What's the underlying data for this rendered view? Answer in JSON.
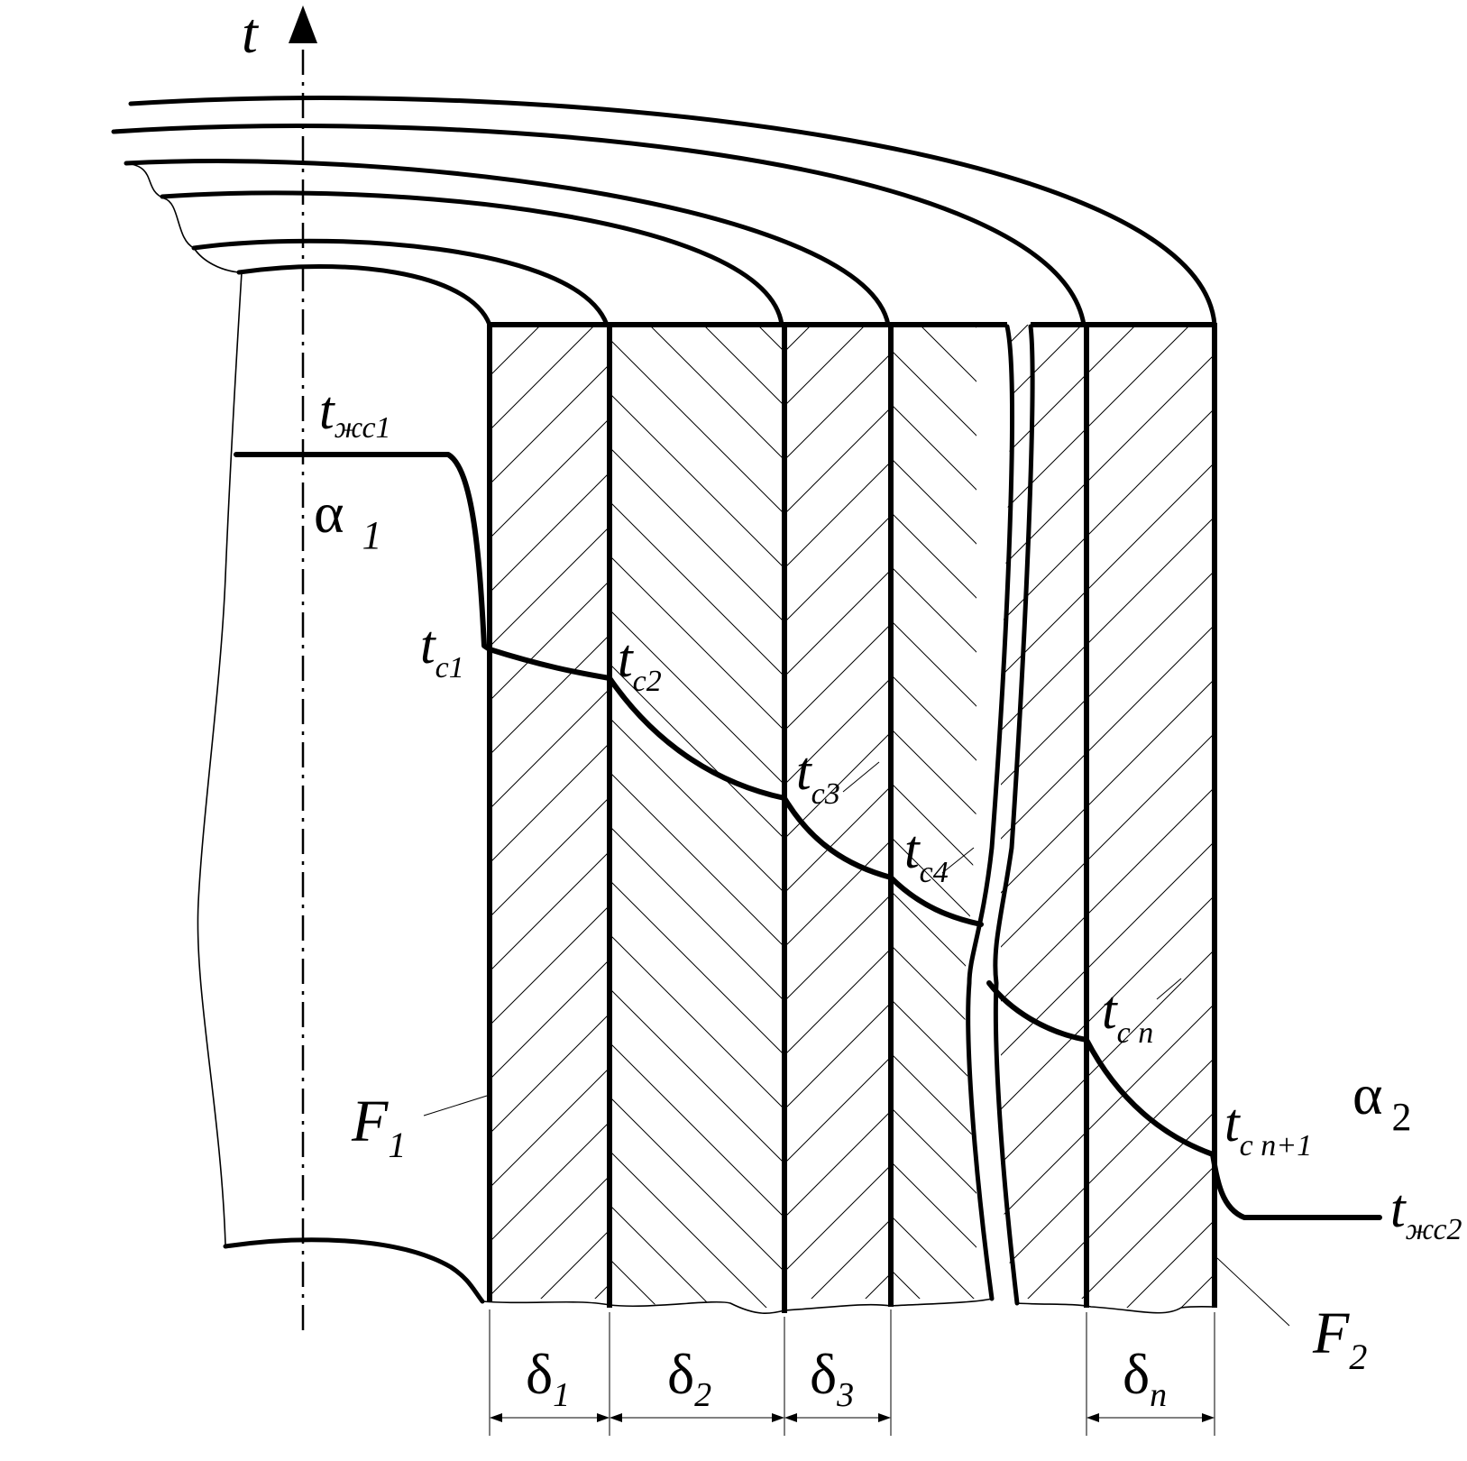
{
  "axis": {
    "label": "t"
  },
  "fluid1": {
    "temp": "t",
    "temp_sub": "жс1",
    "coef": "α",
    "coef_sub": "1",
    "surface": "F",
    "surface_sub": "1"
  },
  "fluid2": {
    "temp": "t",
    "temp_sub": "жс2",
    "coef": "α",
    "coef_sub": "2",
    "surface": "F",
    "surface_sub": "2"
  },
  "wall_temps": [
    {
      "t": "t",
      "sub": "c1"
    },
    {
      "t": "t",
      "sub": "c2"
    },
    {
      "t": "t",
      "sub": "c3"
    },
    {
      "t": "t",
      "sub": "c4"
    },
    {
      "t": "t",
      "sub": "c n"
    },
    {
      "t": "t",
      "sub": "c n+1"
    }
  ],
  "thicknesses": [
    {
      "d": "δ",
      "sub": "1"
    },
    {
      "d": "δ",
      "sub": "2"
    },
    {
      "d": "δ",
      "sub": "3"
    },
    {
      "d": "δ",
      "sub": "n"
    }
  ]
}
